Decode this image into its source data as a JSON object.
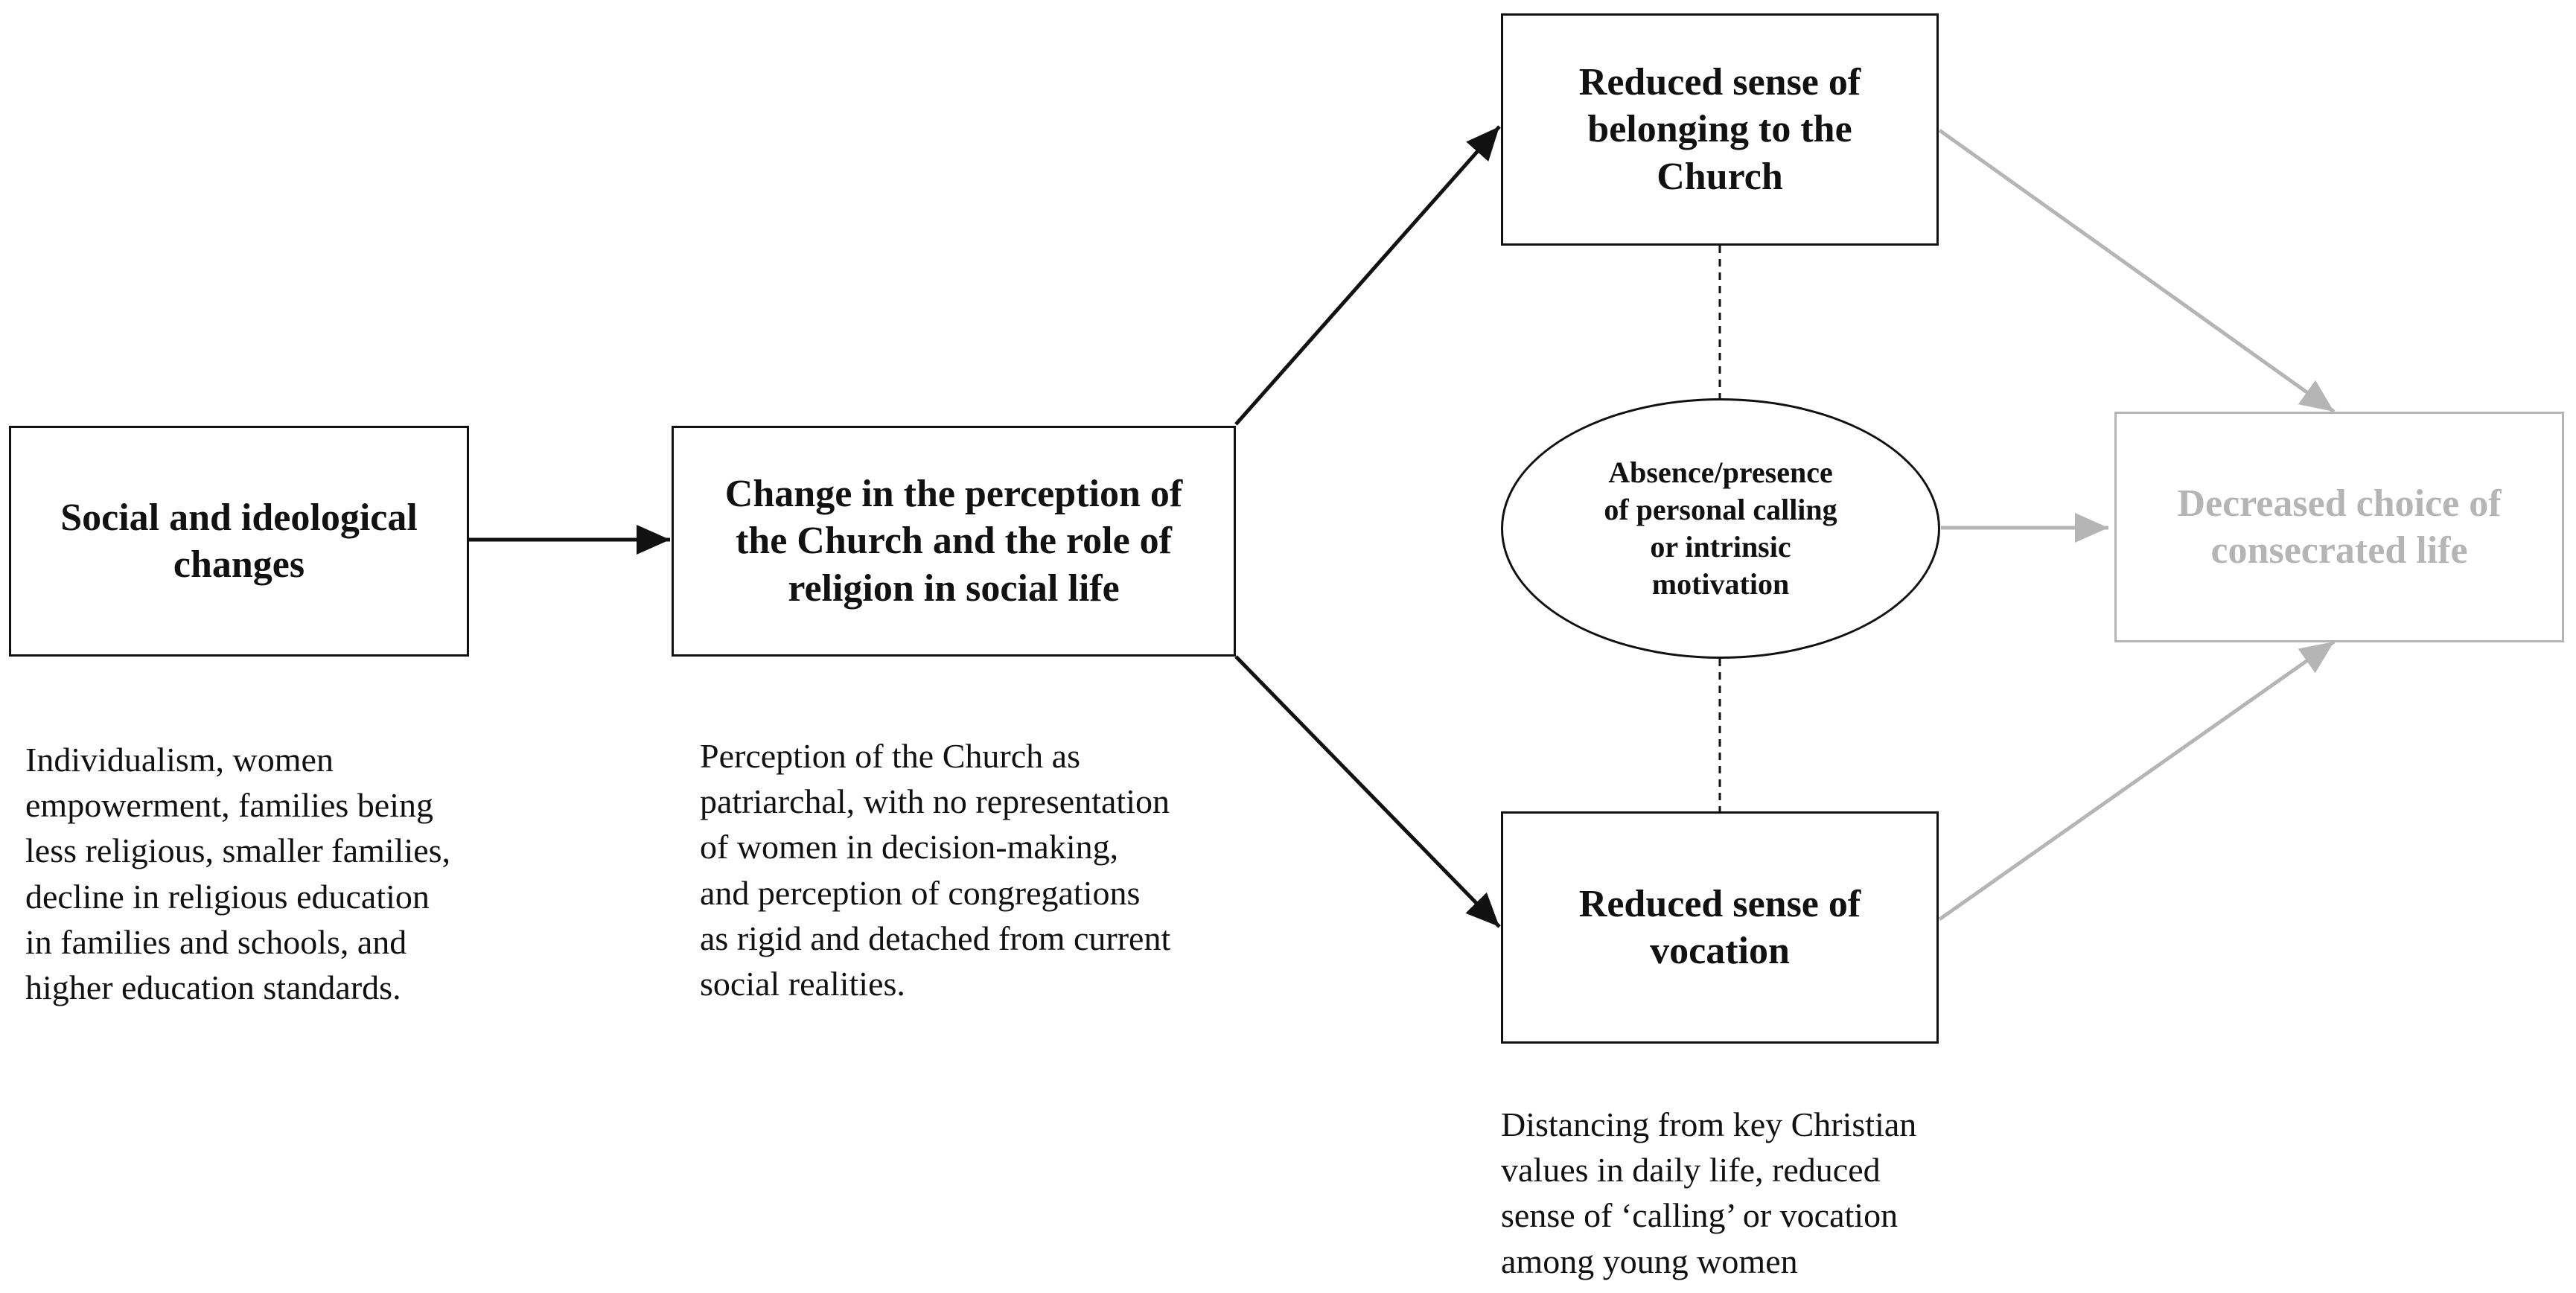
{
  "nodes": {
    "social_changes": "Social and ideological\nchanges",
    "church_perception": "Change in the perception of\nthe Church and the role of\nreligion in social life",
    "belonging": "Reduced sense of\nbelonging to the\nChurch",
    "vocation": "Reduced sense of\nvocation",
    "calling": "Absence/presence\nof personal calling\nor intrinsic\nmotivation",
    "outcome": "Decreased choice of\nconsecrated life"
  },
  "notes": {
    "social_changes": "Individualism, women\nempowerment, families being\nless religious, smaller families,\ndecline in religious education\nin families and schools, and\nhigher education standards.",
    "church_perception": "Perception of the Church as\npatriarchal, with no representation\nof women in decision-making,\nand perception of congregations\nas rigid and detached from current\nsocial realities.",
    "vocation": "Distancing from key Christian\nvalues in daily life, reduced\nsense of ‘calling’ or vocation\namong young women"
  },
  "colors": {
    "primary": "#111111",
    "faded": "#b5b5b5"
  }
}
